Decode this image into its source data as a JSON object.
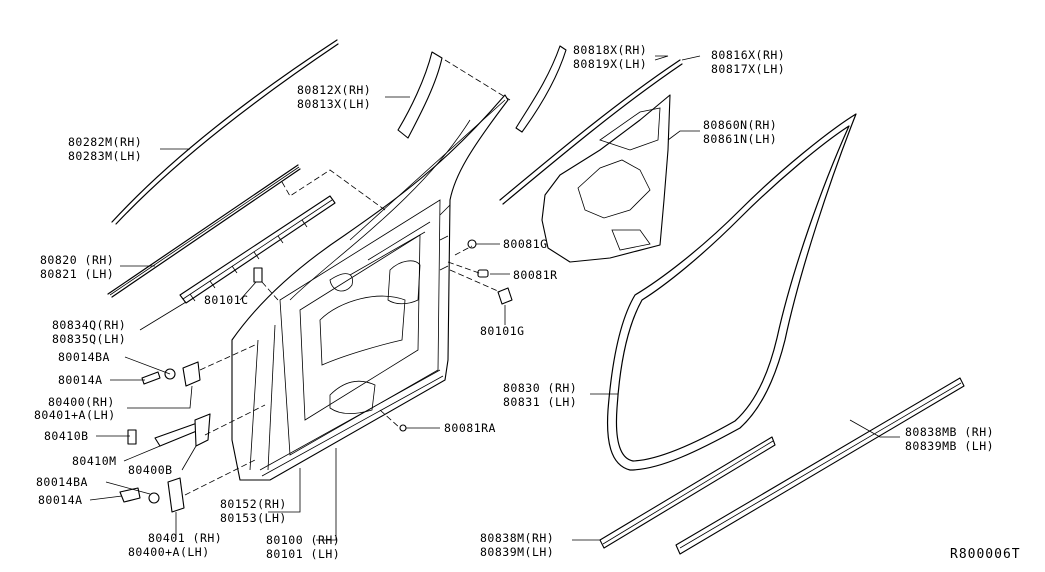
{
  "reference_code": "R800006T",
  "callouts": {
    "c1": [
      "80282M(RH)",
      "80283M(LH)"
    ],
    "c2": [
      "80812X(RH)",
      "80813X(LH)"
    ],
    "c3": [
      "80818X(RH)",
      "80819X(LH)"
    ],
    "c4": [
      "80816X(RH)",
      "80817X(LH)"
    ],
    "c5": [
      "80860N(RH)",
      "80861N(LH)"
    ],
    "c6": [
      "80820 (RH)",
      "80821 (LH)"
    ],
    "c7": [
      "80081G"
    ],
    "c8": [
      "80081R"
    ],
    "c9": [
      "80101C"
    ],
    "c10": [
      "80101G"
    ],
    "c11": [
      "80834Q(RH)",
      "80835Q(LH)"
    ],
    "c12": [
      "80014BA"
    ],
    "c13": [
      "80014A"
    ],
    "c14": [
      "80400(RH)",
      "80401+A(LH)"
    ],
    "c15": [
      "80830 (RH)",
      "80831 (LH)"
    ],
    "c16": [
      "80838MB (RH)",
      "80839MB (LH)"
    ],
    "c17": [
      "80410B"
    ],
    "c18": [
      "80081RA"
    ],
    "c19": [
      "80410M"
    ],
    "c20": [
      "80400B"
    ],
    "c21": [
      "80014BA"
    ],
    "c22": [
      "80014A"
    ],
    "c23": [
      "80152(RH)",
      "80153(LH)"
    ],
    "c24": [
      "80401 (RH)",
      "80400+A(LH)"
    ],
    "c25": [
      "80100 (RH)",
      "80101 (LH)"
    ],
    "c26": [
      "80838M(RH)",
      "80839M(LH)"
    ]
  }
}
